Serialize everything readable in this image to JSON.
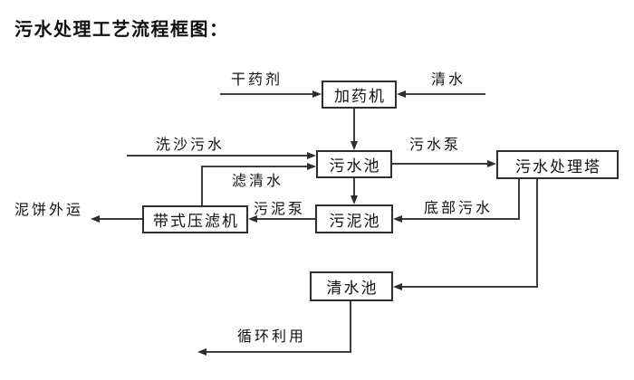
{
  "title": "污水处理工艺流程框图：",
  "boxes": {
    "dosing_machine": "加药机",
    "sewage_pool": "污水池",
    "treatment_tower": "污水处理塔",
    "sludge_pool": "污泥池",
    "belt_filter_press": "带式压滤机",
    "clear_water_pool": "清水池"
  },
  "edges": [
    {
      "from": "external-input",
      "to": "dosing_machine",
      "label": "干药剂"
    },
    {
      "from": "external-input",
      "to": "dosing_machine",
      "label": "清水"
    },
    {
      "from": "dosing_machine",
      "to": "sewage_pool",
      "label": ""
    },
    {
      "from": "external-input",
      "to": "sewage_pool",
      "label": "洗沙污水"
    },
    {
      "from": "belt_filter_press",
      "to": "sewage_pool",
      "label": "滤清水"
    },
    {
      "from": "sewage_pool",
      "to": "treatment_tower",
      "label": "污水泵"
    },
    {
      "from": "sewage_pool",
      "to": "sludge_pool",
      "label": ""
    },
    {
      "from": "treatment_tower",
      "to": "sludge_pool",
      "label": "底部污水"
    },
    {
      "from": "treatment_tower",
      "to": "clear_water_pool",
      "label": ""
    },
    {
      "from": "sludge_pool",
      "to": "belt_filter_press",
      "label": "污泥泵"
    },
    {
      "from": "belt_filter_press",
      "to": "external-output",
      "label": "泥饼外运"
    },
    {
      "from": "clear_water_pool",
      "to": "external-output",
      "label": "循环利用"
    }
  ],
  "colors": {
    "line": "#3d3d3d",
    "border": "#2e2e2e",
    "text": "#111111",
    "background": "#ffffff"
  }
}
